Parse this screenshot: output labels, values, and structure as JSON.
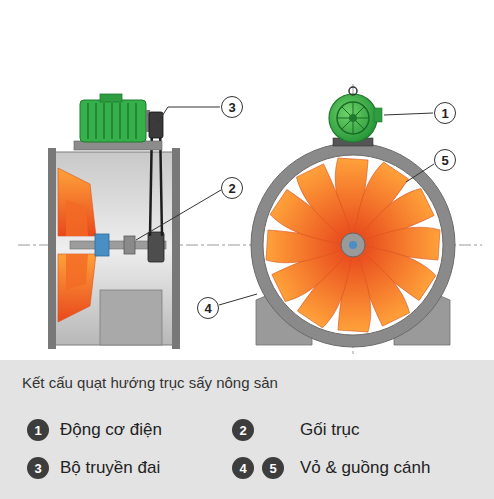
{
  "diagram": {
    "title": "Kết cấu quạt hướng trục sấy nông sản",
    "labels": [
      "3",
      "1",
      "5",
      "2",
      "4",
      "1",
      "2",
      "3",
      "4",
      "5"
    ],
    "legend": [
      {
        "text": "Động cơ điện"
      },
      {
        "text": "Gối trục"
      },
      {
        "text": "Bộ truyền đai"
      },
      {
        "text": "Vỏ & guồng cánh"
      }
    ]
  }
}
